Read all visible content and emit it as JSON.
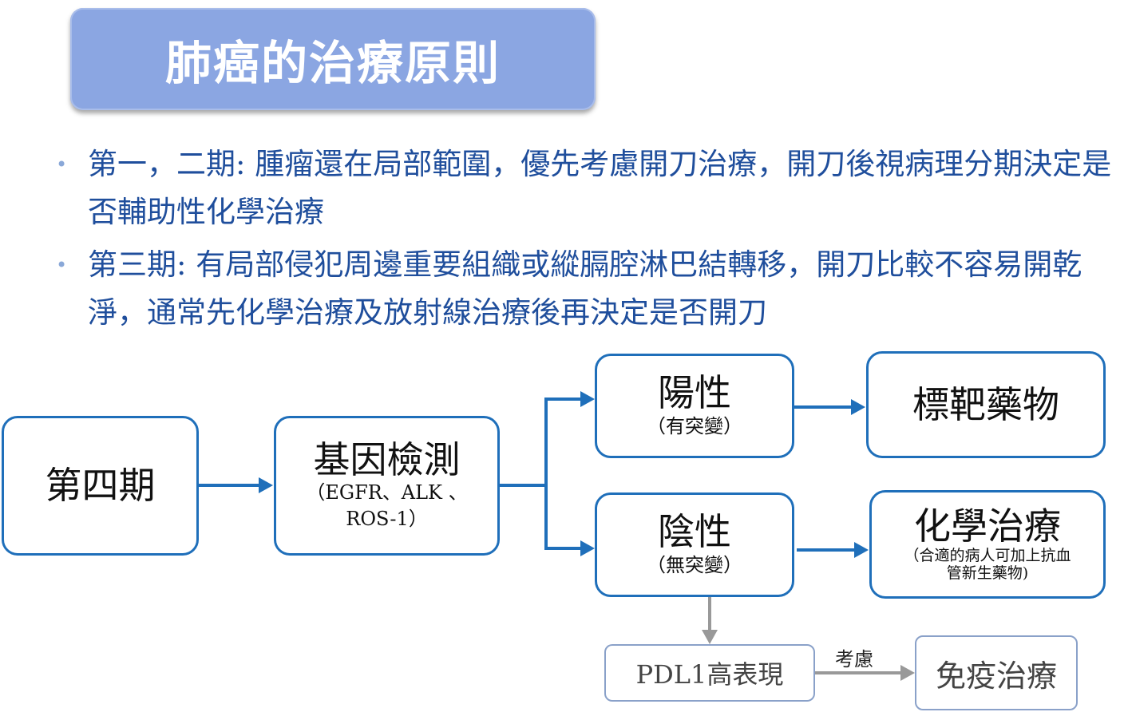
{
  "title": "肺癌的治療原則",
  "bullets": [
    "第一，二期: 腫瘤還在局部範圍，優先考慮開刀治療，開刀後視病理分期決定是否輔助性化學治療",
    "第三期: 有局部侵犯周邊重要組織或縱膈腔淋巴結轉移，開刀比較不容易開乾淨，通常先化學治療及放射線治療後再決定是否開刀"
  ],
  "flow": {
    "stage4": "第四期",
    "gene_test": {
      "main": "基因檢測",
      "sub_line1": "（EGFR、ALK 、",
      "sub_line2": "ROS-1）"
    },
    "positive": {
      "main": "陽性",
      "sub": "（有突變）"
    },
    "negative": {
      "main": "陰性",
      "sub": "（無突變）"
    },
    "targeted": "標靶藥物",
    "chemo": {
      "main": "化學治療",
      "sub_line1": "（合適的病人可加上抗血",
      "sub_line2": "管新生藥物)"
    },
    "pdl1": "PDL1高表現",
    "consider": "考慮",
    "immuno": "免疫治療"
  },
  "colors": {
    "title_bg": "#8ba6e2",
    "bullet_text": "#1f4e9c",
    "box_border": "#1f6fba",
    "grey": "#999999"
  }
}
